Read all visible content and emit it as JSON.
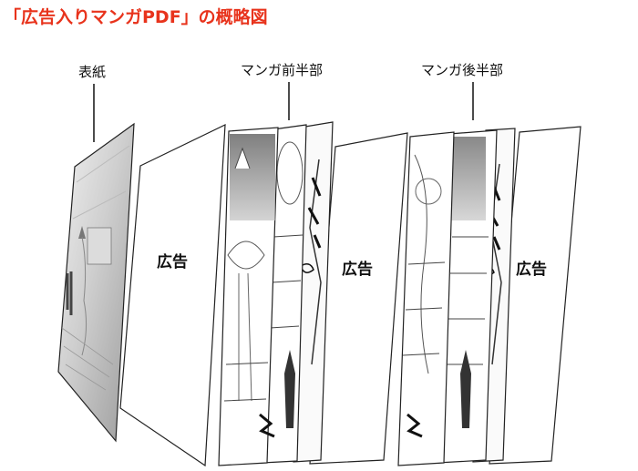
{
  "title": "「広告入りマンガPDF」の概略図",
  "labels": {
    "cover": "表紙",
    "manga_front": "マンガ前半部",
    "manga_back": "マンガ後半部"
  },
  "ad_pages": {
    "ad_1": "広告",
    "ad_2": "広告",
    "ad_3": "広告"
  },
  "colors": {
    "title": "#e8331c",
    "page_fill": "#ffffff",
    "page_stroke": "#222222",
    "art_dark": "#555555"
  }
}
